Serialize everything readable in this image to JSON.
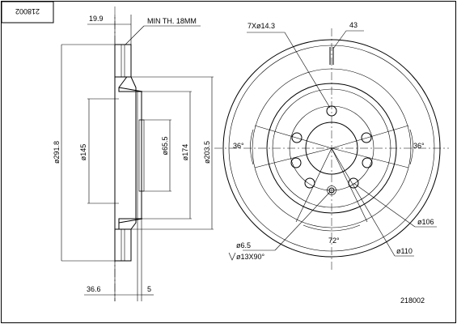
{
  "part_number": "218002",
  "part_number_stamp": "218002",
  "side_view": {
    "offset_top": "19.9",
    "min_thickness": "MIN TH. 18MM",
    "dia_outer": "ø291.8",
    "dia_hat": "ø145",
    "dia_center": "ø65.5",
    "dia_174": "ø174",
    "dia_203": "ø203.5",
    "height": "36.6",
    "hat_thickness": "5"
  },
  "front_view": {
    "bolt_holes": "7Xø14.3",
    "vanes": "43",
    "angle_left": "36°",
    "angle_right": "36°",
    "angle_bottom": "72°",
    "pcd_106": "ø106",
    "pcd_110": "ø110",
    "small_hole": "ø6.5",
    "chamfer": "ø13X90°"
  }
}
